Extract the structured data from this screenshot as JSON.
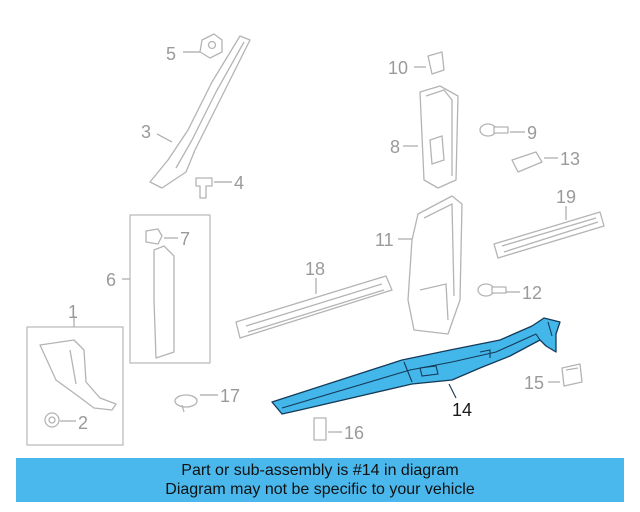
{
  "callouts": {
    "c1": "1",
    "c2": "2",
    "c3": "3",
    "c4": "4",
    "c5": "5",
    "c6": "6",
    "c7": "7",
    "c8": "8",
    "c9": "9",
    "c10": "10",
    "c11": "11",
    "c12": "12",
    "c13": "13",
    "c14": "14",
    "c15": "15",
    "c16": "16",
    "c17": "17",
    "c18": "18",
    "c19": "19"
  },
  "highlighted_part": "14",
  "colors": {
    "highlight": "#43b6ea",
    "banner": "#4ab8ec",
    "outline": "#163a57"
  },
  "banner": {
    "line1": "Part or sub-assembly is #14 in diagram",
    "line2": "Diagram may not be specific to your vehicle"
  }
}
